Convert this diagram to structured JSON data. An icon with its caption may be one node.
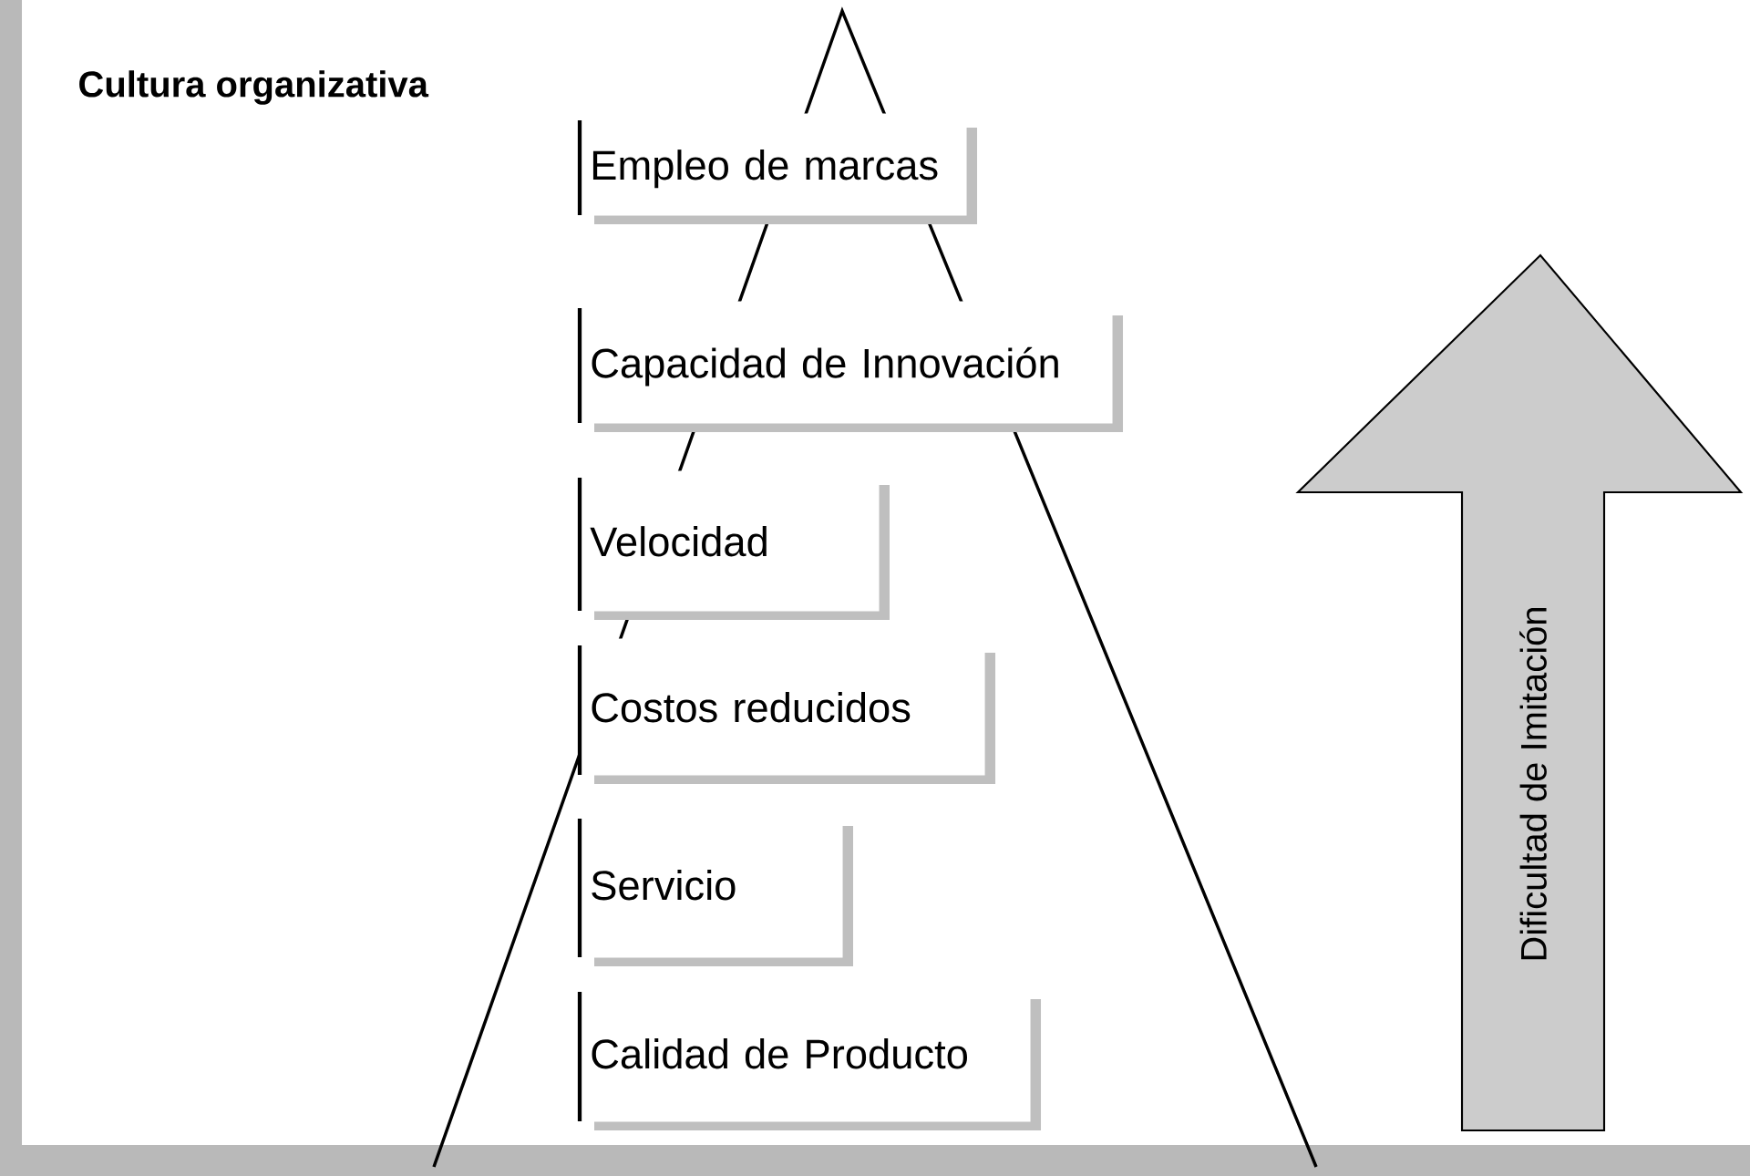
{
  "diagram": {
    "nodes": [
      {
        "text": [
          "Empleo de marcas"
        ]
      },
      {
        "text": [
          "Capacidad de Innovación"
        ]
      },
      {
        "text": [
          "Velocidad"
        ]
      },
      {
        "text": [
          "Costos reducidos"
        ]
      },
      {
        "text": [
          "Servicio"
        ]
      },
      {
        "text": [
          "Calidad de Producto"
        ]
      },
      {
        "text": [
          "Dificultad de Imitación"
        ]
      }
    ],
    "labels": [
      "Cultura organizativa"
    ]
  }
}
